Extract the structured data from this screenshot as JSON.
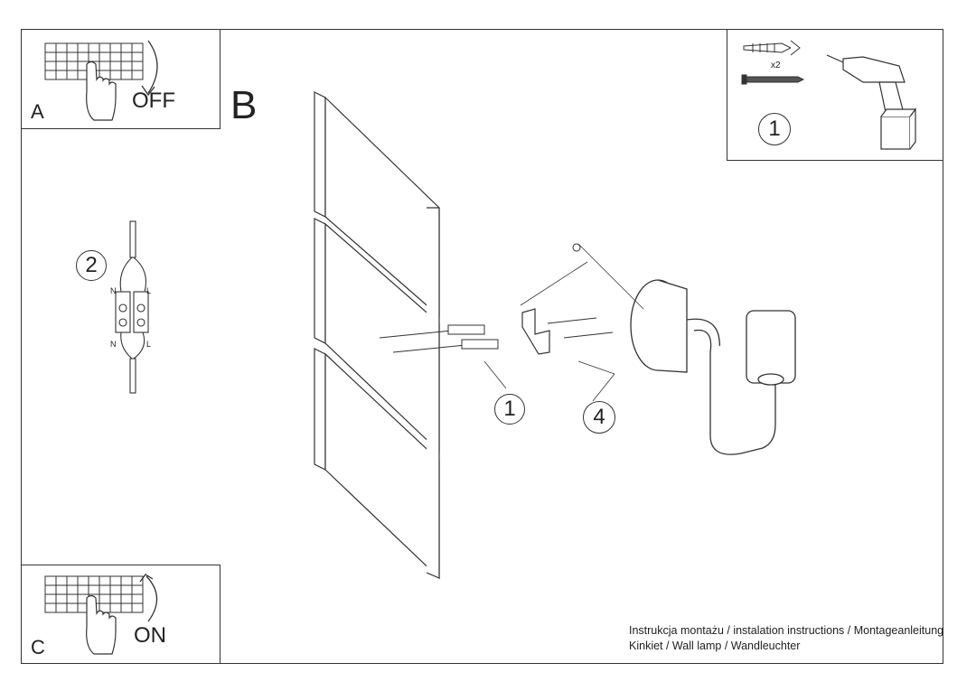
{
  "panel_a": {
    "letter": "A",
    "action": "OFF"
  },
  "panel_b": {
    "letter": "B"
  },
  "panel_c": {
    "letter": "C",
    "action": "ON"
  },
  "tools_panel": {
    "step": "1",
    "quantity": "x2"
  },
  "wiring": {
    "step": "2",
    "terminal_neutral": "N",
    "terminal_live": "L"
  },
  "callouts": {
    "anchors": "1",
    "lamp": "4"
  },
  "icons": [
    "breaker-panel-icon",
    "hand-icon",
    "arrow-down-icon",
    "arrow-up-icon",
    "drill-icon",
    "wall-plug-icon",
    "screw-icon",
    "wall-lamp-icon"
  ],
  "footer": {
    "line1": "Instrukcja montażu / instalation instructions / Montageanleitung",
    "line2": "Kinkiet / Wall lamp / Wandleuchter"
  }
}
